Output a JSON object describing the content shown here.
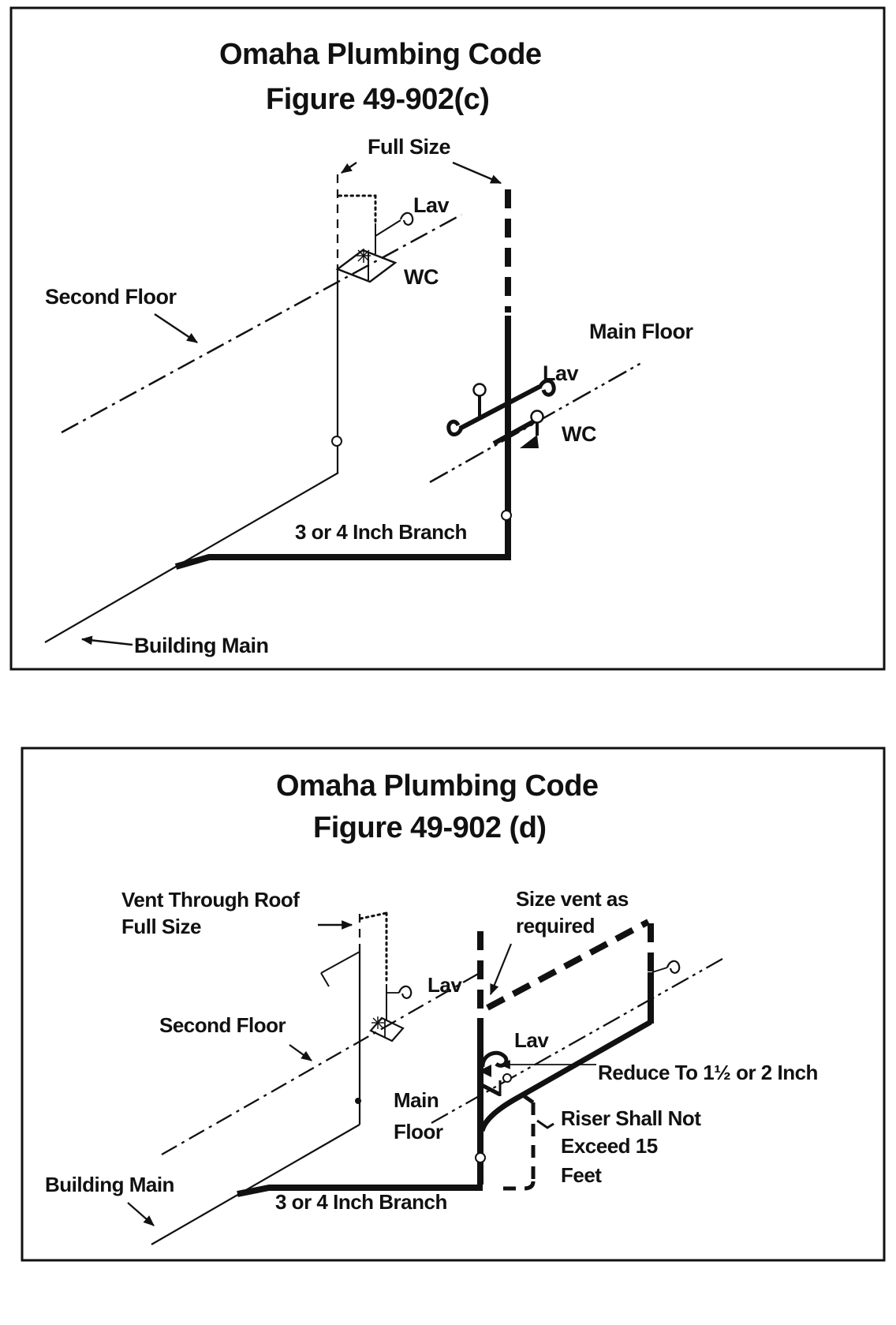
{
  "colors": {
    "ink": "#111111",
    "paper": "#ffffff"
  },
  "figure_c": {
    "title_line1": "Omaha Plumbing Code",
    "title_line2": "Figure 49-902(c)",
    "labels": {
      "full_size": "Full Size",
      "lav_second_floor": "Lav",
      "wc_second_floor": "WC",
      "second_floor": "Second Floor",
      "main_floor": "Main Floor",
      "lav_main_floor": "Lav",
      "wc_main_floor": "WC",
      "branch": "3 or 4 Inch Branch",
      "building_main": "Building Main"
    }
  },
  "figure_d": {
    "title_line1": "Omaha Plumbing Code",
    "title_line2": "Figure 49-902 (d)",
    "labels": {
      "vent_through_roof_line1": "Vent Through Roof",
      "vent_through_roof_line2": "Full Size",
      "size_vent_line1": "Size vent as",
      "size_vent_line2": "required",
      "lav_second_floor": "Lav",
      "second_floor": "Second Floor",
      "lav_main_floor": "Lav",
      "reduce": "Reduce To 1½ or 2 Inch",
      "main_floor_line1": "Main",
      "main_floor_line2": "Floor",
      "riser_line1": "Riser Shall Not",
      "riser_line2": "Exceed 15",
      "riser_line3": "Feet",
      "building_main": "Building Main",
      "branch": "3 or 4 Inch Branch"
    }
  }
}
